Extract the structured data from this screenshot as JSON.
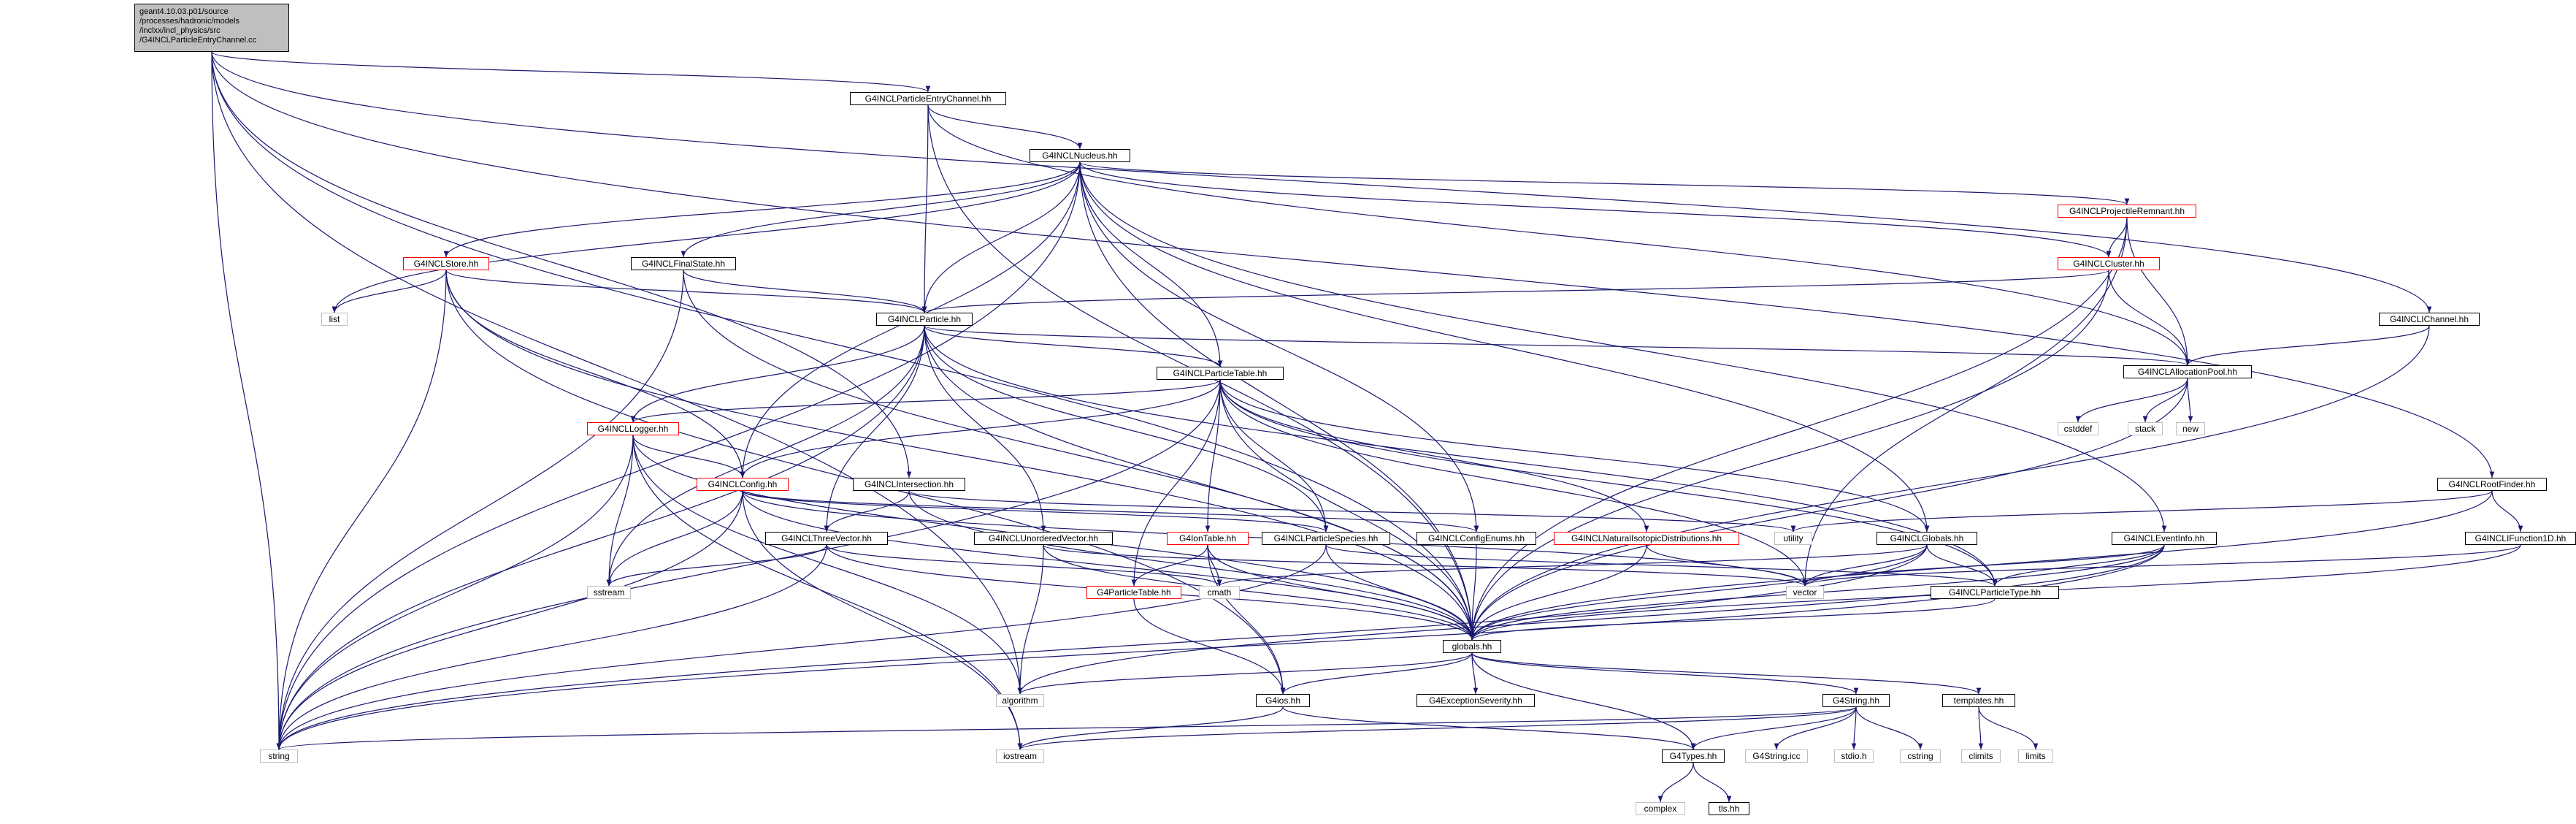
{
  "root": {
    "lines": [
      "geant4.10.03.p01/source",
      "/processes/hadronic/models",
      "/inclxx/incl_physics/src",
      "/G4INCLParticleEntryChannel.cc"
    ]
  },
  "nodes": {
    "entry_hh": "G4INCLParticleEntryChannel.hh",
    "nucleus": "G4INCLNucleus.hh",
    "proj_remnant": "G4INCLProjectileRemnant.hh",
    "cluster": "G4INCLCluster.hh",
    "store": "G4INCLStore.hh",
    "final_state": "G4INCLFinalState.hh",
    "list": "list",
    "particle": "G4INCLParticle.hh",
    "ichannel": "G4INCLIChannel.hh",
    "alloc_pool": "G4INCLAllocationPool.hh",
    "cstddef": "cstddef",
    "stack": "stack",
    "new": "new",
    "particle_table": "G4INCLParticleTable.hh",
    "logger": "G4INCLLogger.hh",
    "config": "G4INCLConfig.hh",
    "intersection": "G4INCLIntersection.hh",
    "root_finder": "G4INCLRootFinder.hh",
    "utility": "utility",
    "ifunction": "G4INCLIFunction1D.hh",
    "three_vector": "G4INCLThreeVector.hh",
    "unordered_vector": "G4INCLUnorderedVector.hh",
    "ion_table": "G4IonTable.hh",
    "particle_species": "G4INCLParticleSpecies.hh",
    "config_enums": "G4INCLConfigEnums.hh",
    "natural_isotopic": "G4INCLNaturalIsotopicDistributions.hh",
    "incl_globals": "G4INCLGlobals.hh",
    "event_info": "G4INCLEventInfo.hh",
    "g4_particle_table": "G4ParticleTable.hh",
    "cmath": "cmath",
    "sstream": "sstream",
    "vector": "vector",
    "particle_type": "G4INCLParticleType.hh",
    "globals": "globals.hh",
    "algorithm": "algorithm",
    "g4ios": "G4ios.hh",
    "exception_severity": "G4ExceptionSeverity.hh",
    "g4string": "G4String.hh",
    "templates": "templates.hh",
    "string": "string",
    "iostream": "iostream",
    "g4types": "G4Types.hh",
    "g4string_icc": "G4String.icc",
    "stdio": "stdio.h",
    "cstring": "cstring",
    "climits": "climits",
    "limits": "limits",
    "complex": "complex",
    "tls": "tls.hh"
  },
  "colors": {
    "edge": "#191970",
    "root_fill": "#bfbfbf",
    "normal_border": "#000000",
    "red_border": "#ff0000",
    "system_border": "#bfbfbf"
  }
}
